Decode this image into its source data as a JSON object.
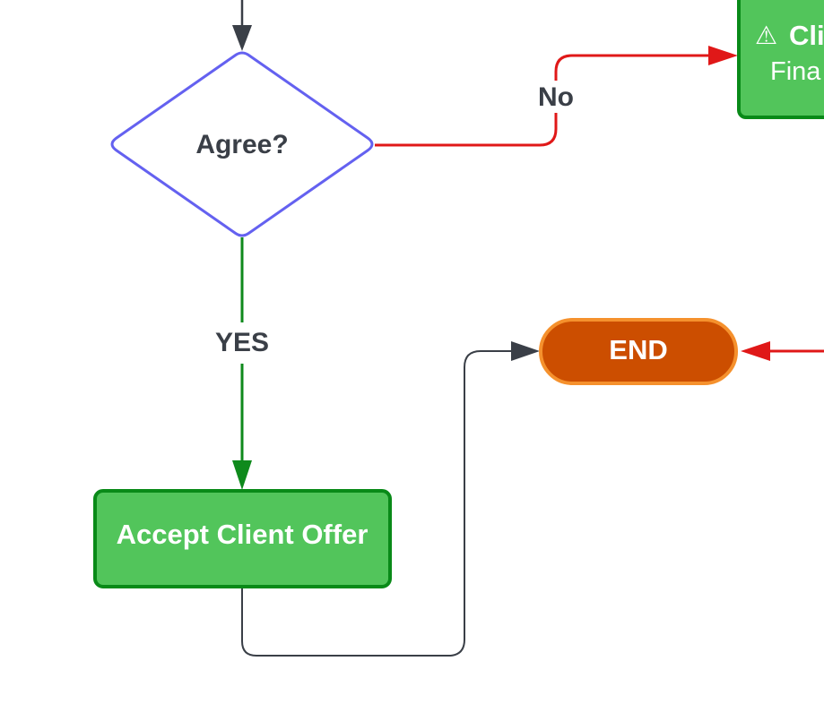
{
  "diagram": {
    "decision": {
      "label": "Agree?"
    },
    "edges": {
      "no_label": "No",
      "yes_label": "YES"
    },
    "accept_node": {
      "label": "Accept Client Offer"
    },
    "end_node": {
      "label": "END"
    },
    "client_node": {
      "icon": "warning-icon",
      "icon_glyph": "⚠",
      "title_partial": "Cli",
      "subtitle_partial": "Fina"
    }
  },
  "colors": {
    "decision_stroke": "#6461f0",
    "no_edge": "#e01818",
    "yes_edge": "#0f8a1c",
    "neutral_edge": "#3a3f47",
    "process_fill": "#52c55b",
    "process_stroke": "#098a18",
    "end_fill": "#cc4e00",
    "end_stroke": "#f5912d",
    "label_text": "#3a3f47"
  }
}
